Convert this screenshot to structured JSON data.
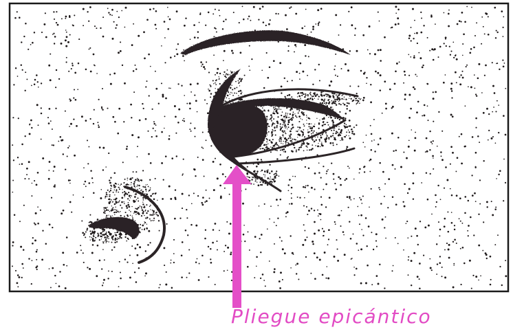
{
  "illustration": {
    "caption": "Pliegue epicántico",
    "colors": {
      "ink": "#2b2426",
      "stipple": "#1f1a1b",
      "frame": "#1a1a1a",
      "arrow": "#e44fc8",
      "caption": "#e24bc4",
      "paper": "#ffffff"
    },
    "parts": [
      "eyebrow",
      "upper-eyelid",
      "iris",
      "lower-eyelid",
      "eyelashes",
      "nose-ala",
      "pointer-arrow"
    ]
  }
}
